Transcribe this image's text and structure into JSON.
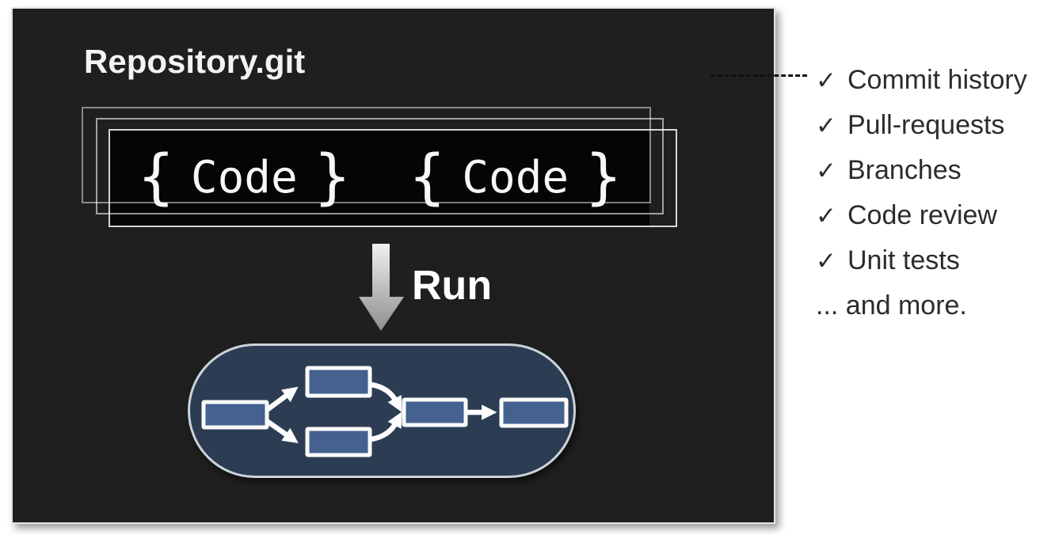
{
  "panel": {
    "title": "Repository.git"
  },
  "code_stack": {
    "open_brace": "{",
    "word": "Code",
    "close_brace": "}"
  },
  "run_label": "Run",
  "checklist": {
    "check_glyph": "✓",
    "items": [
      {
        "checked": true,
        "label": "Commit history"
      },
      {
        "checked": true,
        "label": "Pull-requests"
      },
      {
        "checked": true,
        "label": "Branches"
      },
      {
        "checked": true,
        "label": "Code review"
      },
      {
        "checked": true,
        "label": "Unit tests"
      },
      {
        "checked": false,
        "label": "... and more."
      }
    ]
  },
  "pipeline": {
    "type": "flow-diagram",
    "node_count": 5,
    "structure": "source node forks to two parallel nodes that join into one node, then flows to final node"
  },
  "colors": {
    "panel_bg": "#1f1f1f",
    "code_box_bg": "#050505",
    "pill_bg": "#2c3d53",
    "node_fill": "#44618f",
    "light_text": "#f3f3f3",
    "checklist_text": "#2c2c2c"
  }
}
